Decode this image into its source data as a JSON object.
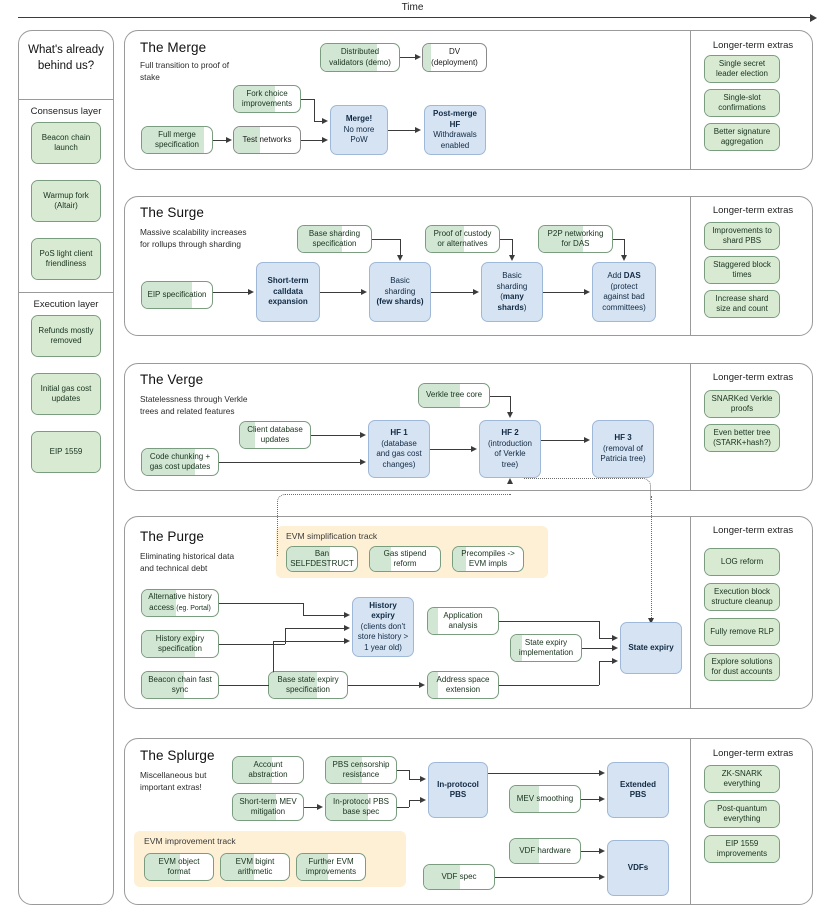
{
  "timeline": {
    "label": "Time",
    "arrow_icon": "arrow-right-icon"
  },
  "sidebar": {
    "title": "What's already behind us?",
    "groups": [
      {
        "heading": "Consensus layer",
        "items": [
          {
            "label": "Beacon chain launch"
          },
          {
            "label": "Warmup fork (Altair)"
          },
          {
            "label": "PoS light client friendliness"
          }
        ]
      },
      {
        "heading": "Execution layer",
        "items": [
          {
            "label": "Refunds mostly removed"
          },
          {
            "label": "Initial gas cost updates"
          },
          {
            "label": "EIP 1559"
          }
        ]
      }
    ]
  },
  "extras_heading": "Longer-term extras",
  "sections": [
    {
      "key": "merge",
      "title": "The Merge",
      "subtitle": "Full transition to proof of stake",
      "nodes": [
        {
          "id": "m-dv-demo",
          "label": "Distributed validators (demo)",
          "kind": "green",
          "fill": 0.72
        },
        {
          "id": "m-dv-deploy",
          "label": "DV (deployment)",
          "kind": "white",
          "fill": 0.12
        },
        {
          "id": "m-fullspec",
          "label": "Full merge specification",
          "kind": "green",
          "fill": 0.88
        },
        {
          "id": "m-forkchoice",
          "label": "Fork choice improvements",
          "kind": "green",
          "fill": 0.62
        },
        {
          "id": "m-testnets",
          "label": "Test networks",
          "kind": "white",
          "fill": 0.4
        },
        {
          "id": "m-merge",
          "label": "Merge! No more PoW",
          "kind": "blue",
          "bold_lines": 1
        },
        {
          "id": "m-postmerge",
          "label": "Post-merge HF Withdrawals enabled",
          "kind": "blue",
          "bold_lines": 2
        }
      ],
      "extras": [
        "Single secret leader election",
        "Single-slot confirmations",
        "Better signature aggregation"
      ]
    },
    {
      "key": "surge",
      "title": "The Surge",
      "subtitle": "Massive scalability increases for rollups through sharding",
      "nodes": [
        {
          "id": "s-basespec",
          "label": "Base sharding specification",
          "kind": "green",
          "fill": 0.6
        },
        {
          "id": "s-custody",
          "label": "Proof of custody or alternatives",
          "kind": "green",
          "fill": 0.52
        },
        {
          "id": "s-p2p",
          "label": "P2P networking for DAS",
          "kind": "green",
          "fill": 0.6
        },
        {
          "id": "s-eip",
          "label": "EIP specification",
          "kind": "green",
          "fill": 0.72
        },
        {
          "id": "s-calldata",
          "label": "Short-term calldata expansion",
          "kind": "blue",
          "bold_lines": 3
        },
        {
          "id": "s-few",
          "label": "Basic sharding (few shards)",
          "kind": "blue",
          "bold_last": true
        },
        {
          "id": "s-many",
          "label": "Basic sharding (many shards)",
          "kind": "blue",
          "bold_last": true
        },
        {
          "id": "s-das",
          "label": "Add DAS (protect against bad committees)",
          "kind": "blue"
        }
      ],
      "extras": [
        "Improvements to shard PBS",
        "Staggered block times",
        "Increase shard size and count"
      ]
    },
    {
      "key": "verge",
      "title": "The Verge",
      "subtitle": "Statelessness through Verkle trees and related features",
      "nodes": [
        {
          "id": "v-core",
          "label": "Verkle tree core",
          "kind": "green",
          "fill": 0.58
        },
        {
          "id": "v-clientdb",
          "label": "Client database updates",
          "kind": "green",
          "fill": 0.22
        },
        {
          "id": "v-chunking",
          "label": "Code chunking + gas cost updates",
          "kind": "green",
          "fill": 0.7
        },
        {
          "id": "v-hf1",
          "label": "HF 1 (database and gas cost changes)",
          "kind": "blue",
          "bold_lines": 1
        },
        {
          "id": "v-hf2",
          "label": "HF 2 (introduction of Verkle tree)",
          "kind": "blue",
          "bold_lines": 1
        },
        {
          "id": "v-hf3",
          "label": "HF 3 (removal of Patricia tree)",
          "kind": "blue",
          "bold_lines": 1
        }
      ],
      "extras": [
        "SNARKed Verkle proofs",
        "Even better tree (STARK+hash?)"
      ]
    },
    {
      "key": "purge",
      "title": "The Purge",
      "subtitle": "Eliminating historical data and technical debt",
      "track": {
        "label": "EVM simplification track",
        "items": [
          {
            "label": "Ban SELFDESTRUCT",
            "fill": 0.62
          },
          {
            "label": "Gas stipend reform",
            "fill": 0.3
          },
          {
            "label": "Precompiles -> EVM impls",
            "fill": 0.18
          }
        ]
      },
      "nodes": [
        {
          "id": "p-althist",
          "label": "Alternative history access (eg. Portal)",
          "kind": "green",
          "fill": 0.45
        },
        {
          "id": "p-histspec",
          "label": "History expiry specification",
          "kind": "green",
          "fill": 0.7
        },
        {
          "id": "p-beacon",
          "label": "Beacon chain fast sync",
          "kind": "green",
          "fill": 0.55
        },
        {
          "id": "p-basestate",
          "label": "Base state expiry specification",
          "kind": "green",
          "fill": 0.62
        },
        {
          "id": "p-appanal",
          "label": "Application analysis",
          "kind": "green",
          "fill": 0.14
        },
        {
          "id": "p-stateimpl",
          "label": "State expiry implementation",
          "kind": "green",
          "fill": 0.16
        },
        {
          "id": "p-addrspace",
          "label": "Address space extension",
          "kind": "green",
          "fill": 0.14
        },
        {
          "id": "p-histexp",
          "label": "History expiry (clients don't store history > 1 year old)",
          "kind": "blue",
          "bold_lines": 2
        },
        {
          "id": "p-stateexp",
          "label": "State expiry",
          "kind": "blue",
          "bold_lines": 1
        }
      ],
      "extras": [
        "LOG reform",
        "Execution block structure cleanup",
        "Fully remove RLP",
        "Explore solutions for dust accounts"
      ]
    },
    {
      "key": "splurge",
      "title": "The Splurge",
      "subtitle": "Miscellaneous but important extras!",
      "track": {
        "label": "EVM improvement track",
        "items": [
          {
            "label": "EVM object format",
            "fill": 0.52
          },
          {
            "label": "EVM bigint arithmetic",
            "fill": 0.48
          },
          {
            "label": "Further EVM improvements",
            "fill": 0.45
          }
        ]
      },
      "nodes": [
        {
          "id": "sp-aa",
          "label": "Account abstraction",
          "kind": "green",
          "fill": 0.55
        },
        {
          "id": "sp-pbscens",
          "label": "PBS censorship resistance",
          "kind": "green",
          "fill": 0.52
        },
        {
          "id": "sp-mevmit",
          "label": "Short-term MEV mitigation",
          "kind": "green",
          "fill": 0.62
        },
        {
          "id": "sp-pbsbase",
          "label": "In-protocol PBS base spec",
          "kind": "green",
          "fill": 0.6
        },
        {
          "id": "sp-mevsmooth",
          "label": "MEV smoothing",
          "kind": "green",
          "fill": 0.42
        },
        {
          "id": "sp-vdfhw",
          "label": "VDF hardware",
          "kind": "green",
          "fill": 0.42
        },
        {
          "id": "sp-vdfspec",
          "label": "VDF spec",
          "kind": "green",
          "fill": 0.52
        },
        {
          "id": "sp-inpbs",
          "label": "In-protocol PBS",
          "kind": "blue",
          "bold_lines": 2
        },
        {
          "id": "sp-extpbs",
          "label": "Extended PBS",
          "kind": "blue",
          "bold_lines": 2
        },
        {
          "id": "sp-vdfs",
          "label": "VDFs",
          "kind": "blue",
          "bold_lines": 1
        }
      ],
      "extras": [
        "ZK-SNARK everything",
        "Post-quantum everything",
        "EIP 1559 improvements"
      ]
    }
  ],
  "colors": {
    "green_fill": "#d2e6d4",
    "green_border": "#7a9c7f",
    "blue_fill": "#d6e3f3",
    "blue_border": "#9fb8d8",
    "track_yellow": "#fdf0d5",
    "panel_border": "#9a9a9a",
    "edge": "#3b3b3b"
  }
}
